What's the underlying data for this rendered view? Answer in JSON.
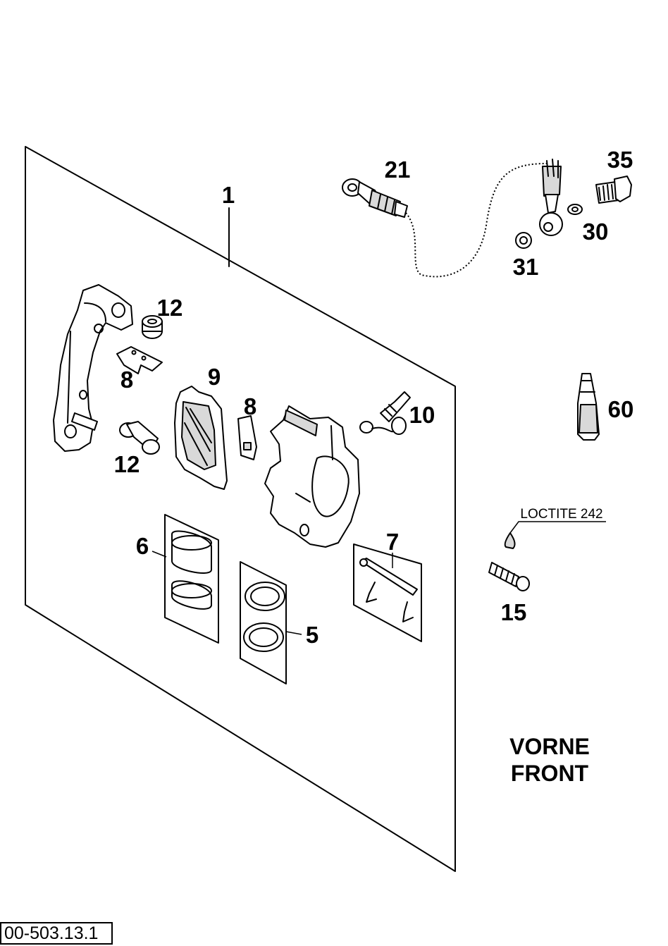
{
  "title": {
    "line1": "VORNE",
    "line2": "FRONT"
  },
  "drawing_code": "00-503.13.1",
  "note": "LOCTITE 242",
  "callouts": {
    "c1": "1",
    "c21": "21",
    "c35": "35",
    "c30": "30",
    "c31": "31",
    "c12a": "12",
    "c8a": "8",
    "c9": "9",
    "c8b": "8",
    "c10": "10",
    "c12b": "12",
    "c60": "60",
    "c6": "6",
    "c7": "7",
    "c5": "5",
    "c15": "15"
  }
}
